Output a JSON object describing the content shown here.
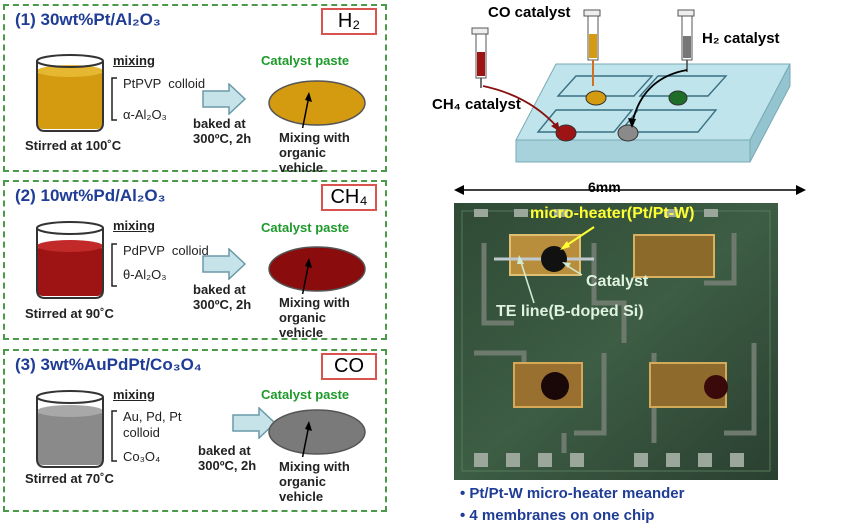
{
  "panels": [
    {
      "title": "(1) 30wt%Pt/Al₂O₃",
      "gas": "H₂",
      "mixing": "mixing",
      "ingredient1": "PtPVP  colloid",
      "ingredient2": "α-Al₂O₃",
      "stirred": "Stirred at 100˚C",
      "baked": "baked at\n300ºC, 2h",
      "paste": "Catalyst paste",
      "vehicle": "Mixing with\norganic\nvehicle",
      "liquid_color": "#d49a10",
      "paste_color": "#d49a10"
    },
    {
      "title": "(2) 10wt%Pd/Al₂O₃",
      "gas": "CH₄",
      "mixing": "mixing",
      "ingredient1": "PdPVP  colloid",
      "ingredient2": "θ-Al₂O₃",
      "stirred": "Stirred at 90˚C",
      "baked": "baked at\n300ºC, 2h",
      "paste": "Catalyst paste",
      "vehicle": "Mixing with\norganic\nvehicle",
      "liquid_color": "#9e1414",
      "paste_color": "#8a0c0c"
    },
    {
      "title": "(3) 3wt%AuPdPt/Co₃O₄",
      "gas": "CO",
      "mixing": "mixing",
      "ingredient1": "Au, Pd, Pt\ncolloid",
      "ingredient2": "Co₃O₄",
      "stirred": "Stirred at 70˚C",
      "baked": "baked at\n300ºC, 2h",
      "paste": "Catalyst paste",
      "vehicle": "Mixing with\norganic\nvehicle",
      "liquid_color": "#8a8a8a",
      "paste_color": "#7a7a7a"
    }
  ],
  "chip": {
    "co_catalyst": "CO catalyst",
    "h2_catalyst": "H₂ catalyst",
    "ch4_catalyst": "CH₄ catalyst",
    "dimension": "6mm",
    "micro_heater": "micro-heater(Pt/Pt-W)",
    "catalyst": "Catalyst",
    "te_line": "TE line(B-doped Si)"
  },
  "bullets": [
    "• Pt/Pt-W micro-heater meander",
    "• 4 membranes on one chip"
  ],
  "colors": {
    "panel_border": "#4a9a4a",
    "title_blue": "#1f3c96",
    "paste_green": "#1e9a2a",
    "gas_box_border": "#d9534f",
    "chip_surface": "#bfe4ec",
    "photo_yellow": "#ffff33"
  }
}
